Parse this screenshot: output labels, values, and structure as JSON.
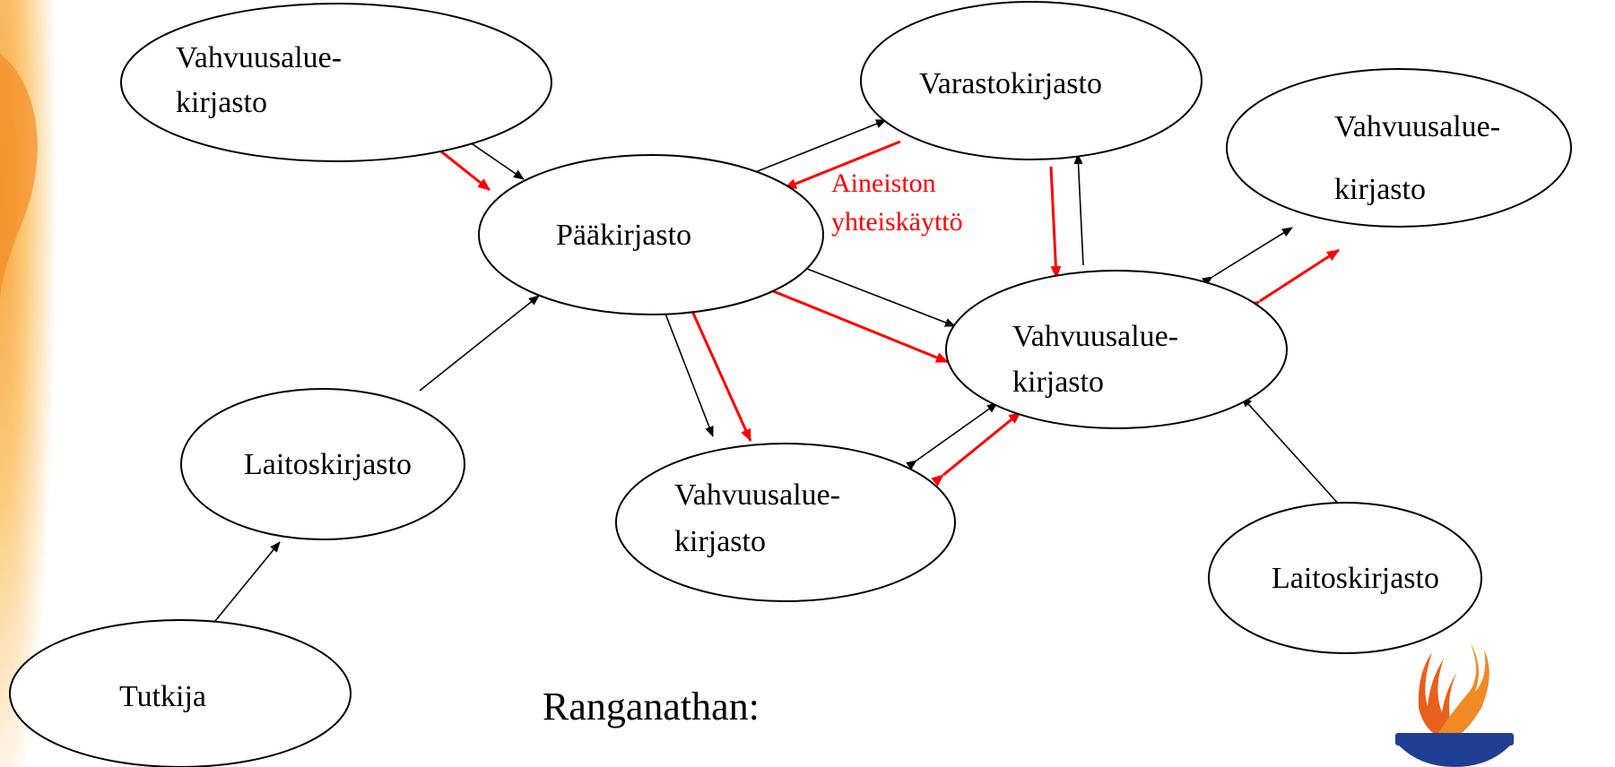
{
  "nodes": [
    {
      "id": "vahvuus-top-left",
      "lines": [
        "Vahvuusalue-",
        "kirjasto"
      ]
    },
    {
      "id": "varastokirjasto",
      "lines": [
        "Varastokirjasto"
      ]
    },
    {
      "id": "vahvuus-right",
      "lines": [
        "Vahvuusalue-",
        "kirjasto"
      ]
    },
    {
      "id": "paakirjasto",
      "lines": [
        "Pääkirjasto"
      ]
    },
    {
      "id": "vahvuus-center-right",
      "lines": [
        "Vahvuusalue-",
        "kirjasto"
      ]
    },
    {
      "id": "laitoskirjasto-left",
      "lines": [
        "Laitoskirjasto"
      ]
    },
    {
      "id": "vahvuus-bottom-center",
      "lines": [
        "Vahvuusalue-",
        "kirjasto"
      ]
    },
    {
      "id": "laitoskirjasto-right",
      "lines": [
        "Laitoskirjasto"
      ]
    },
    {
      "id": "tutkija",
      "lines": [
        "Tutkija"
      ]
    }
  ],
  "annotation": {
    "lines": [
      "Aineiston",
      "yhteiskäyttö"
    ]
  },
  "footer_text": "Ranganathan:",
  "colors": {
    "black_link": "#000000",
    "red_link": "#ff0000",
    "logo_orange": "#e8601c",
    "logo_blue": "#1f3f93"
  },
  "icons": {
    "logo": "university-torch-logo"
  }
}
